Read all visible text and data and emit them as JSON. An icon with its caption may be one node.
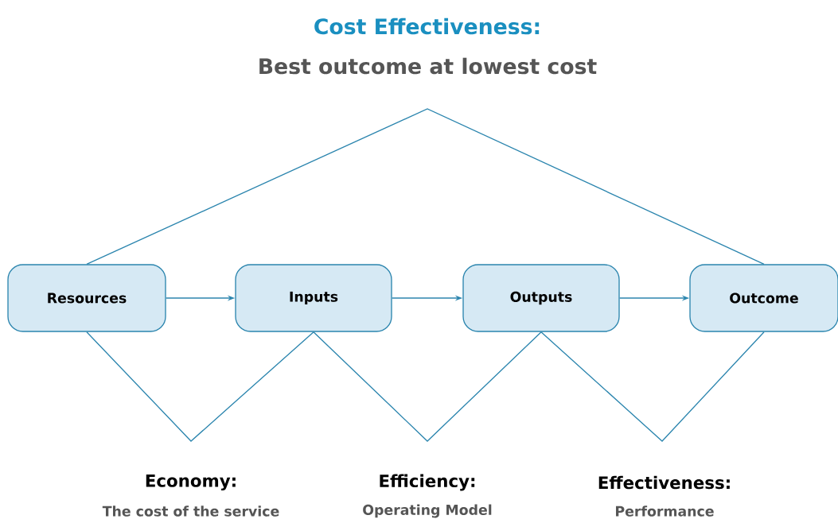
{
  "diagram": {
    "title": "Cost Effectiveness:",
    "nodes": [
      {
        "text": [
          "Resources"
        ]
      },
      {
        "text": [
          "Inputs"
        ]
      },
      {
        "text": [
          "Outputs"
        ]
      },
      {
        "text": [
          "Outcome"
        ]
      }
    ],
    "edges": [
      {
        "from": 0,
        "to": 1,
        "arrow": "to"
      },
      {
        "from": 1,
        "to": 2,
        "arrow": "to"
      },
      {
        "from": 2,
        "to": 3,
        "arrow": "to"
      },
      {
        "from": 0,
        "to": 1,
        "arrow": "none"
      },
      {
        "from": 1,
        "to": 2,
        "arrow": "none"
      },
      {
        "from": 2,
        "to": 3,
        "arrow": "none"
      },
      {
        "from": 0,
        "to": 3,
        "arrow": "none"
      }
    ],
    "labels": [
      "Best outcome at lowest cost",
      "Economy:",
      "Efficiency:",
      "Effectiveness:",
      "The cost of the service",
      "Operating Model",
      "Performance"
    ]
  }
}
